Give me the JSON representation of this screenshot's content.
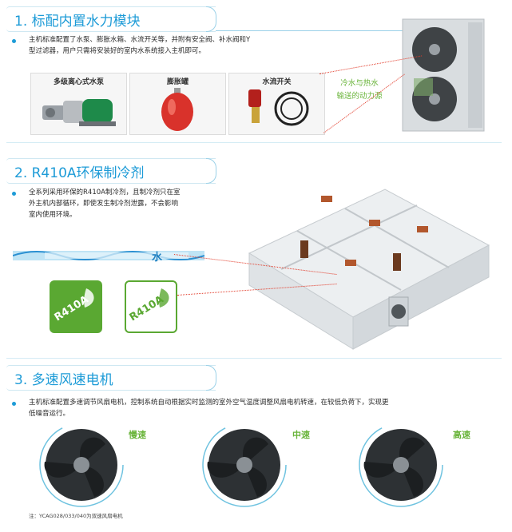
{
  "section1": {
    "title": "1. 标配内置水力模块",
    "text_line1": "主机标准配置了水泵、膨胀水箱、水流开关等，并附有安全阀、补水阀和Y",
    "text_line2": "型过滤器，用户只需将安装好的室内水系统接入主机即可。",
    "components": [
      {
        "label": "多级离心式水泵"
      },
      {
        "label": "膨胀罐"
      },
      {
        "label": "水流开关"
      }
    ],
    "green_note_line1": "冷水与热水",
    "green_note_line2": "输送的动力源"
  },
  "section2": {
    "title": "2. R410A环保制冷剂",
    "text_line1": "全系列采用环保的R410A制冷剂，且制冷剂只在室",
    "text_line2": "外主机内部循环，即使发生制冷剂泄露，不会影响",
    "text_line3": "室内使用环境。",
    "water_char": "水",
    "badge_text": "R410A"
  },
  "section3": {
    "title": "3. 多速风速电机",
    "text_line1": "主机标准配置多速调节风扇电机，控制系统自动根据实时监测的室外空气温度调整风扇电机转速，在较低负荷下，实现更",
    "text_line2": "低噪音运行。",
    "speeds": [
      {
        "label": "慢速"
      },
      {
        "label": "中速"
      },
      {
        "label": "高速"
      }
    ],
    "footnote": "注：YCAG028/033/040为双速风扇电机"
  },
  "colors": {
    "accent_blue": "#1d9bd7",
    "accent_green": "#69b43a",
    "leader_red": "#e23b2a"
  }
}
